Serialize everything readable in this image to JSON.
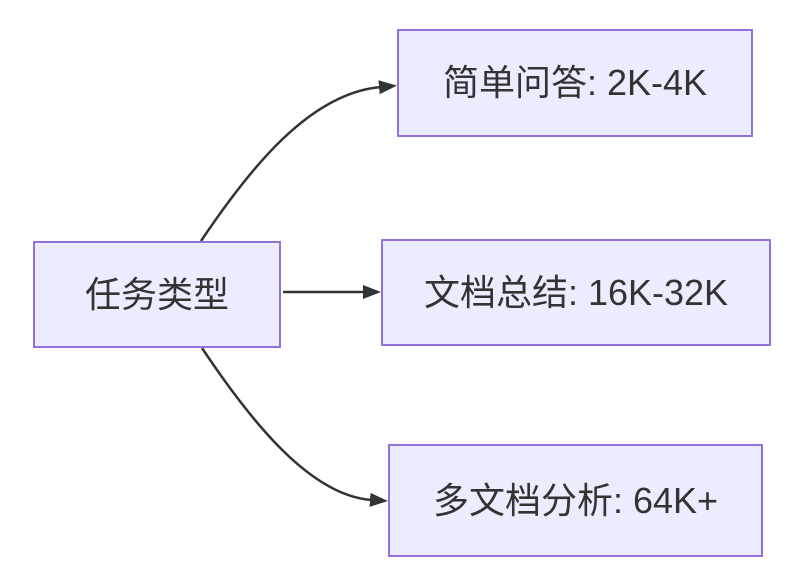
{
  "diagram": {
    "root": {
      "id": "task-type",
      "label": "任务类型"
    },
    "children": [
      {
        "id": "simple-qa",
        "label": "简单问答: 2K-4K"
      },
      {
        "id": "doc-summary",
        "label": "文档总结: 16K-32K"
      },
      {
        "id": "multi-doc",
        "label": "多文档分析: 64K+"
      }
    ],
    "edges": [
      {
        "from": "task-type",
        "to": "simple-qa"
      },
      {
        "from": "task-type",
        "to": "doc-summary"
      },
      {
        "from": "task-type",
        "to": "multi-doc"
      }
    ],
    "colors": {
      "background": "#FFFFFF",
      "node_fill": "#ECECFF",
      "node_border": "#9370DB",
      "text": "#333333",
      "arrow": "#333333"
    }
  }
}
